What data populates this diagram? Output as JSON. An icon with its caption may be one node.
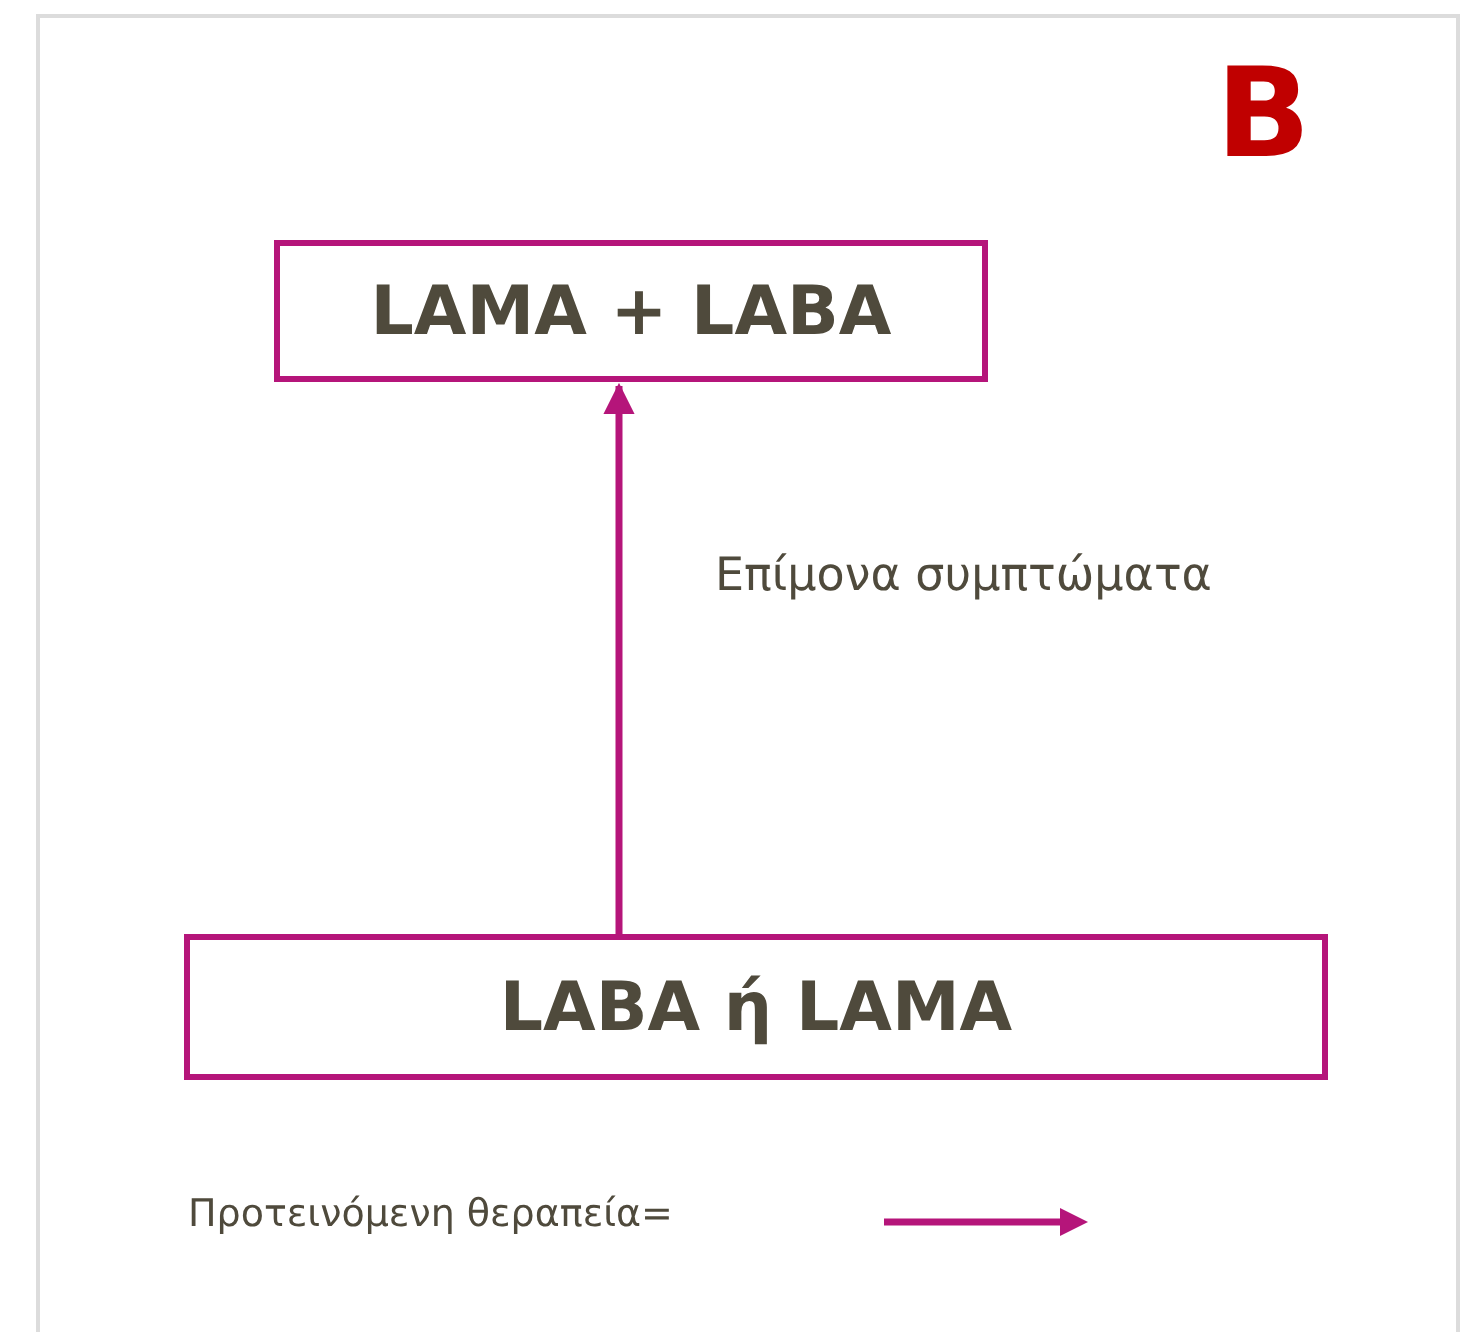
{
  "diagram": {
    "nodes": [
      {
        "text": [
          "LAMA + LABA"
        ]
      },
      {
        "text": [
          "LABA ή LAMA"
        ]
      }
    ],
    "edges": [
      {
        "from": 1,
        "to": 0,
        "arrow": "to",
        "label": "Επίμονα συμπτώματα"
      }
    ],
    "labels": [
      "B"
    ],
    "legend": [
      {
        "text": "Προτεινόμενη θεραπεία="
      }
    ]
  }
}
